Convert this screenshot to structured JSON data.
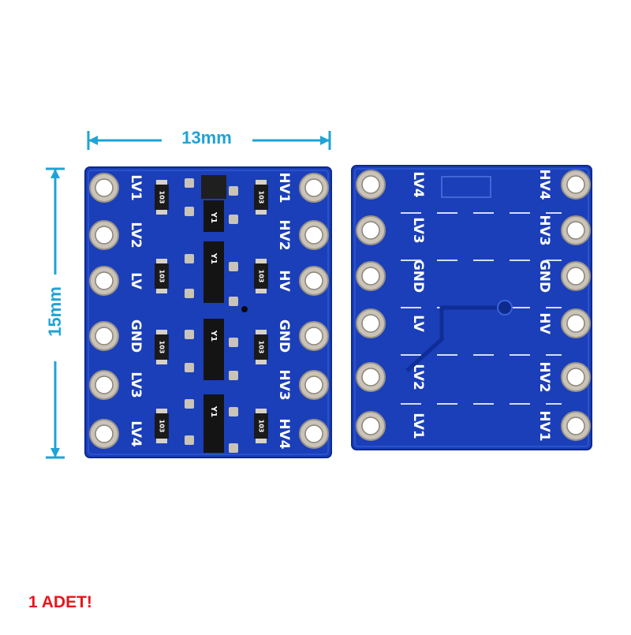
{
  "dimensions": {
    "width_label": "13mm",
    "height_label": "15mm"
  },
  "note": "1 ADET!",
  "front_board": {
    "left_labels": [
      "LV1",
      "LV2",
      "LV",
      "GND",
      "LV3",
      "LV4"
    ],
    "right_labels": [
      "HV1",
      "HV2",
      "HV",
      "GND",
      "HV3",
      "HV4"
    ],
    "resistor_code": "103",
    "transistor_marking": "Y1"
  },
  "back_board": {
    "left_labels": [
      "LV4",
      "LV3",
      "GND",
      "LV",
      "LV2",
      "LV1"
    ],
    "right_labels": [
      "HV4",
      "HV3",
      "GND",
      "HV",
      "HV2",
      "HV1"
    ]
  },
  "colors": {
    "dimension": "#1fa3d6",
    "note": "#e8151b",
    "pcb": "#1b3fb8",
    "pcb_dark": "#0e2a8c",
    "pad": "#c9c3b8",
    "silkscreen": "#ffffff"
  },
  "icons": {
    "dimension_arrow": "arrowhead",
    "pin_pad": "ring"
  }
}
